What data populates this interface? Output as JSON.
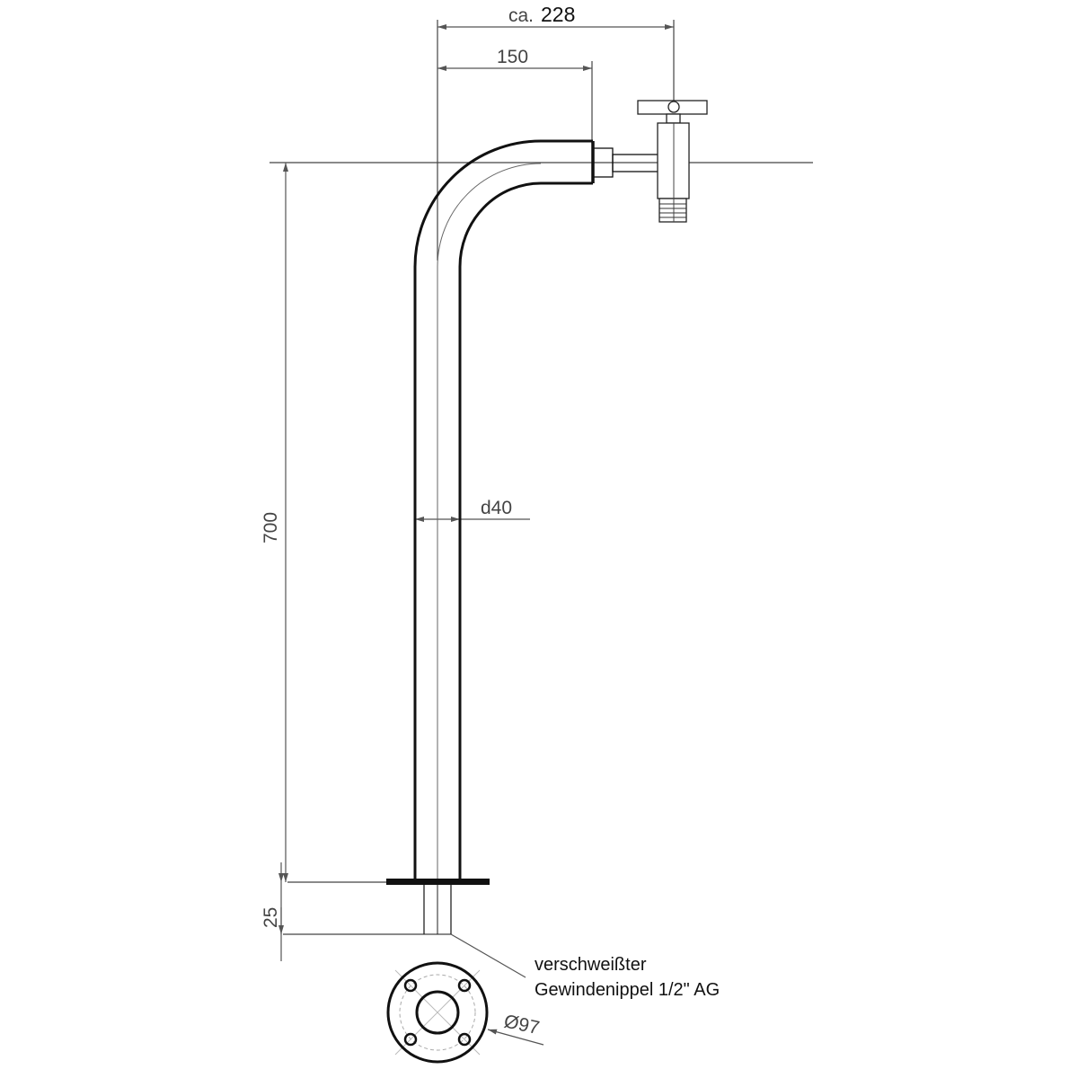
{
  "drawing": {
    "dimensions": {
      "overall_reach_prefix": "ca.",
      "overall_reach": "228",
      "arm_length": "150",
      "height": "700",
      "nipple_length": "25",
      "pipe_diameter": "d40",
      "flange_diameter": "Ø97"
    },
    "note": {
      "line1": "verschweißter",
      "line2": "Gewindenippel 1/2\" AG"
    },
    "colors": {
      "line": "#111111",
      "dim": "#555555"
    }
  }
}
